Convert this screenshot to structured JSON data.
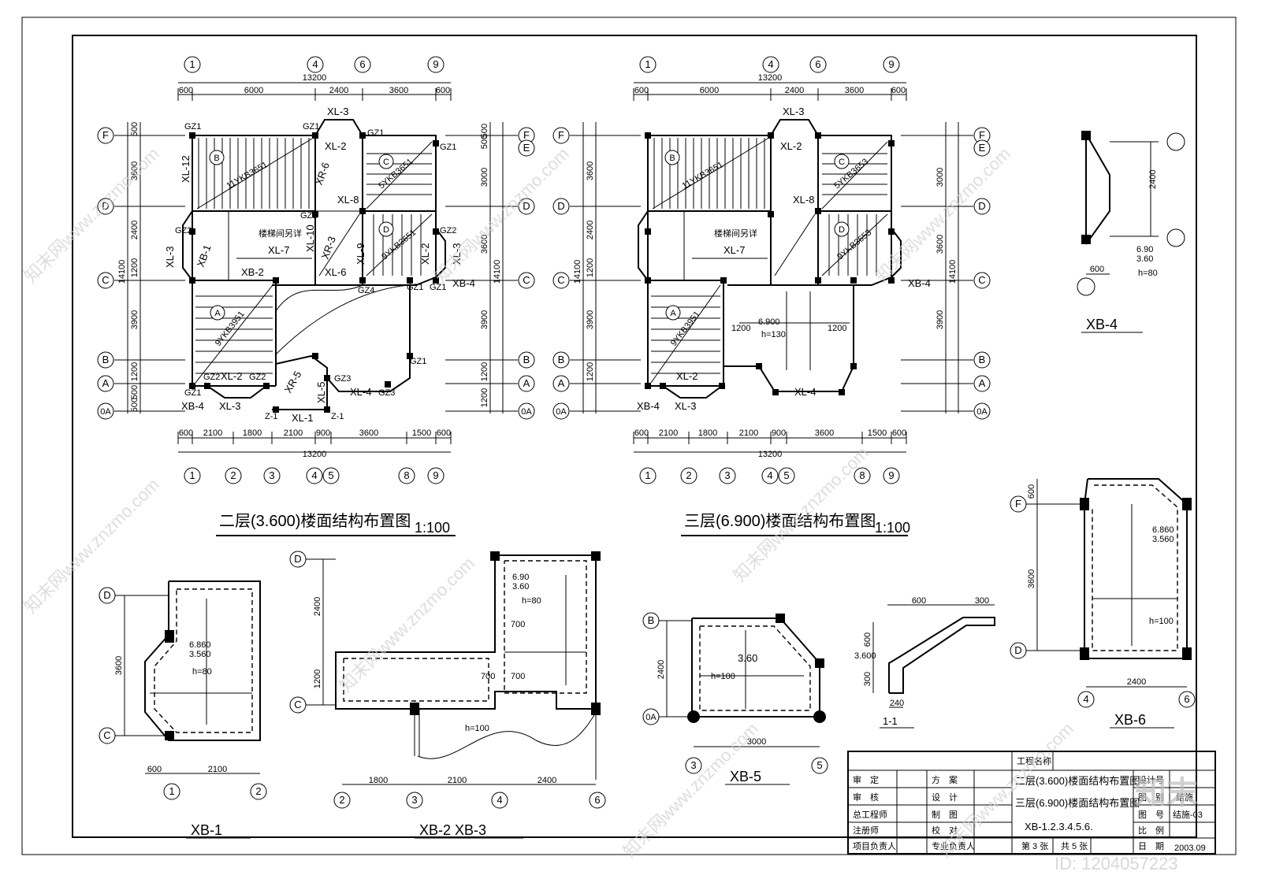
{
  "plan2": {
    "title": "二层(3.600)楼面结构布置图",
    "scale": "1:100",
    "top_axes": [
      "1",
      "4",
      "6",
      "9"
    ],
    "bottom_axes": [
      "1",
      "2",
      "3",
      "4",
      "5",
      "8",
      "9"
    ],
    "left_axes": [
      "F",
      "D",
      "C",
      "B",
      "A",
      "0A"
    ],
    "right_axes": [
      "F",
      "E",
      "D",
      "C",
      "B",
      "A",
      "0A"
    ],
    "top_total": "13200",
    "top_dims": [
      "600",
      "6000",
      "2400",
      "3600",
      "600"
    ],
    "bottom_total": "13200",
    "bottom_dims": [
      "600",
      "2100",
      "1800",
      "2100",
      "900",
      "3600",
      "1500",
      "600"
    ],
    "left_total": "14100",
    "left_dims": [
      "500",
      "3600",
      "2400",
      "1200",
      "3900",
      "1200",
      "500",
      "500"
    ],
    "right_total": "14100",
    "right_dims": [
      "500",
      "500",
      "3000",
      "3600",
      "3900",
      "1200",
      "1200"
    ],
    "labels": [
      "GZ1",
      "GZ1",
      "GZ1",
      "GZ1",
      "GZ2",
      "GZ2",
      "GZ2",
      "GZ4",
      "GZ1",
      "GZ1",
      "GZ3",
      "GZ3",
      "GZ1",
      "GZ2",
      "GZ2",
      "GZ1",
      "XL-3",
      "XL-2",
      "XL-12",
      "XL-8",
      "XL-10",
      "XL-7",
      "XL-6",
      "XL-9",
      "XL-3",
      "XL-2",
      "XL-3",
      "XL-2",
      "XL-3",
      "XL-4",
      "XL-5",
      "XL-1",
      "XB-1",
      "XB-2",
      "XB-4",
      "XB-4",
      "XR-6",
      "XR-3",
      "XR-5",
      "Z-1",
      "Z-1"
    ],
    "slabs": [
      "B",
      "C",
      "D",
      "A"
    ],
    "slab_specs": [
      "11YKB3651",
      "5YKB3651",
      "9YKB3651",
      "9YKB3951"
    ],
    "stair_note": "楼梯间另详"
  },
  "plan3": {
    "title": "三层(6.900)楼面结构布置图",
    "scale": "1:100",
    "top_total": "13200",
    "top_dims": [
      "600",
      "6000",
      "2400",
      "3600",
      "600"
    ],
    "bottom_total": "13200",
    "bottom_dims": [
      "600",
      "2100",
      "1800",
      "2100",
      "900",
      "3600",
      "1500",
      "600"
    ],
    "slab_specs": [
      "11YKB3651",
      "5YKB3653",
      "9YKB3653",
      "9YKB3951"
    ],
    "stair_note": "楼梯间另详",
    "extra": [
      "6.900",
      "h=130",
      "1200",
      "1200"
    ]
  },
  "details": {
    "xb1": {
      "label": "XB-1",
      "dims": [
        "3600",
        "600",
        "2100"
      ],
      "axes": [
        "D",
        "C",
        "1",
        "2"
      ],
      "elev": "6.860",
      "elev2": "3.560",
      "h": "h=80"
    },
    "xb23": {
      "label": "XB-2  XB-3",
      "dims": [
        "2400",
        "1200",
        "1800",
        "2100",
        "2400"
      ],
      "axes": [
        "D",
        "C",
        "2",
        "3",
        "4",
        "6"
      ],
      "elev": "6.90",
      "elev2": "3.60",
      "h": "h=80",
      "h2": "h=100",
      "w1": "700",
      "w2": "700",
      "w3": "700"
    },
    "xb4": {
      "label": "XB-4",
      "dims": [
        "2400",
        "600"
      ],
      "elev": "6.90",
      "elev2": "3.60",
      "h": "h=80"
    },
    "xb5": {
      "label": "XB-5",
      "dims": [
        "2400",
        "3000"
      ],
      "axes": [
        "B",
        "0A",
        "3",
        "5"
      ],
      "elev": "3.60",
      "h": "h=100"
    },
    "xb6": {
      "label": "XB-6",
      "dims": [
        "600",
        "3600",
        "2400"
      ],
      "axes": [
        "F",
        "D",
        "4",
        "6"
      ],
      "elev": "6.860",
      "elev2": "3.560",
      "h": "h=100"
    },
    "sec11": {
      "label": "1-1",
      "dims": [
        "600",
        "300",
        "600",
        "300",
        "240"
      ],
      "elev": "3.600"
    }
  },
  "titleblock": {
    "project_label": "工程名称",
    "roles": [
      "审　定",
      "审　核",
      "总工程师",
      "注册师",
      "项目负责人"
    ],
    "roles2": [
      "方　案",
      "设　计",
      "制　图",
      "校　对",
      "专业负责人"
    ],
    "drawing_lines": [
      "二层(3.600)楼面结构布置图",
      "三层(6.900)楼面结构布置图",
      "XB-1.2.3.4.5.6."
    ],
    "right_labels": [
      "设计号",
      "图　别",
      "图　号",
      "比　例",
      "日　期"
    ],
    "right_values": [
      "",
      "结施",
      "结施-03",
      "",
      ""
    ],
    "sheet": "第 3 张",
    "total": "共 5 张",
    "date": "2003.09"
  },
  "watermark": {
    "text": "知末网www.znzmo.com",
    "logo": "知末",
    "id": "ID: 1204057223"
  }
}
